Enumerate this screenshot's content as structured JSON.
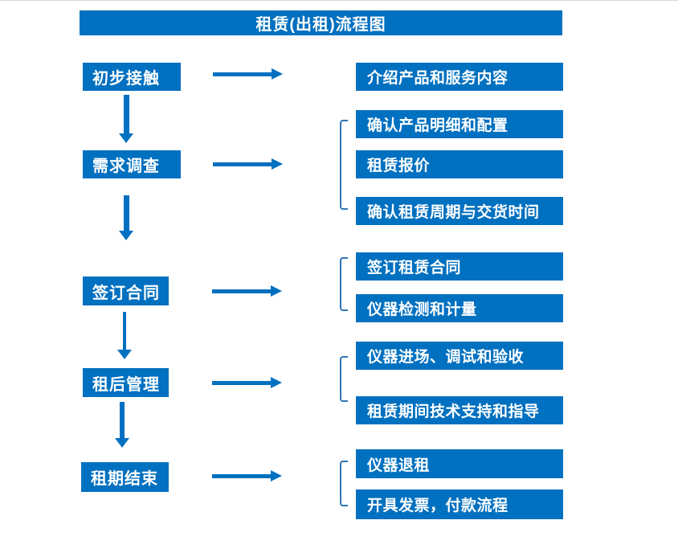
{
  "title": "租赁(出租)流程图",
  "colors": {
    "primary_blue": "#0070C0",
    "bracket_blue": "#2E75B6",
    "text_white": "#FFFFFF",
    "background": "#FFFFFF"
  },
  "steps": [
    {
      "label": "初步接触",
      "outputs": [
        "介绍产品和服务内容"
      ]
    },
    {
      "label": "需求调查",
      "outputs": [
        "确认产品明细和配置",
        "租赁报价",
        "确认租赁周期与交货时间"
      ]
    },
    {
      "label": "签订合同",
      "outputs": [
        "签订租赁合同",
        "仪器检测和计量"
      ]
    },
    {
      "label": "租后管理",
      "outputs": [
        "仪器进场、调试和验收",
        "租赁期间技术支持和指导"
      ]
    },
    {
      "label": "租期结束",
      "outputs": [
        "仪器退租",
        "开具发票，付款流程"
      ]
    }
  ]
}
